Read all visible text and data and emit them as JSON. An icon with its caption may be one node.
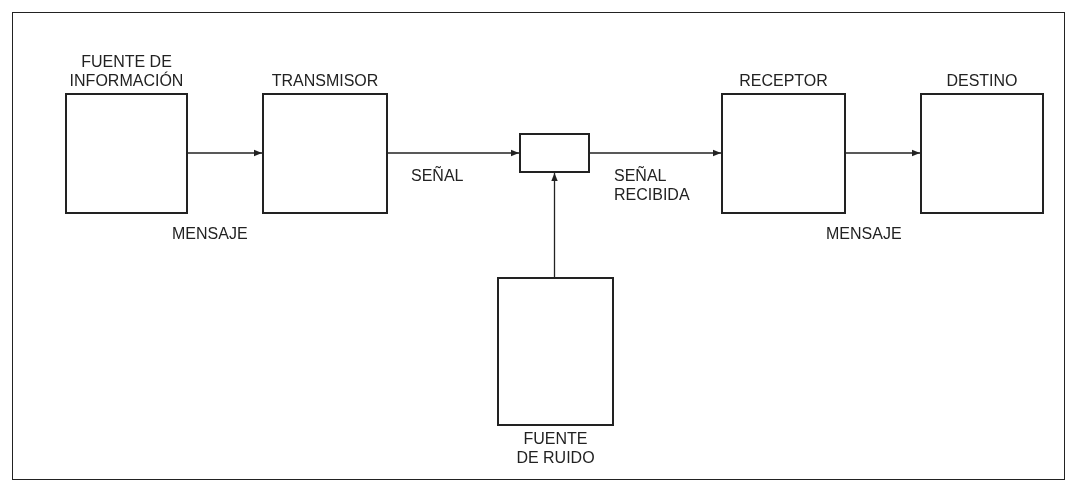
{
  "diagram": {
    "nodes": [
      {
        "text": [
          "FUENTE DE INFORMACIÓN"
        ]
      },
      {
        "text": [
          "TRANSMISOR"
        ]
      },
      {
        "text": [],
        "shape": "box"
      },
      {
        "text": [
          "RECEPTOR"
        ]
      },
      {
        "text": [
          "DESTINO"
        ]
      },
      {
        "text": [
          "FUENTE DE RUIDO"
        ]
      }
    ],
    "edges": [
      {
        "from": 0,
        "to": 1,
        "arrow": "to"
      },
      {
        "from": 1,
        "to": 2,
        "arrow": "to"
      },
      {
        "from": 2,
        "to": 3,
        "arrow": "to"
      },
      {
        "from": 3,
        "to": 4,
        "arrow": "to"
      },
      {
        "from": 5,
        "to": 2,
        "arrow": "to"
      }
    ],
    "labels": [
      "MENSAJE",
      "SEÑAL",
      "SEÑAL RECIBIDA",
      "MENSAJE"
    ]
  }
}
